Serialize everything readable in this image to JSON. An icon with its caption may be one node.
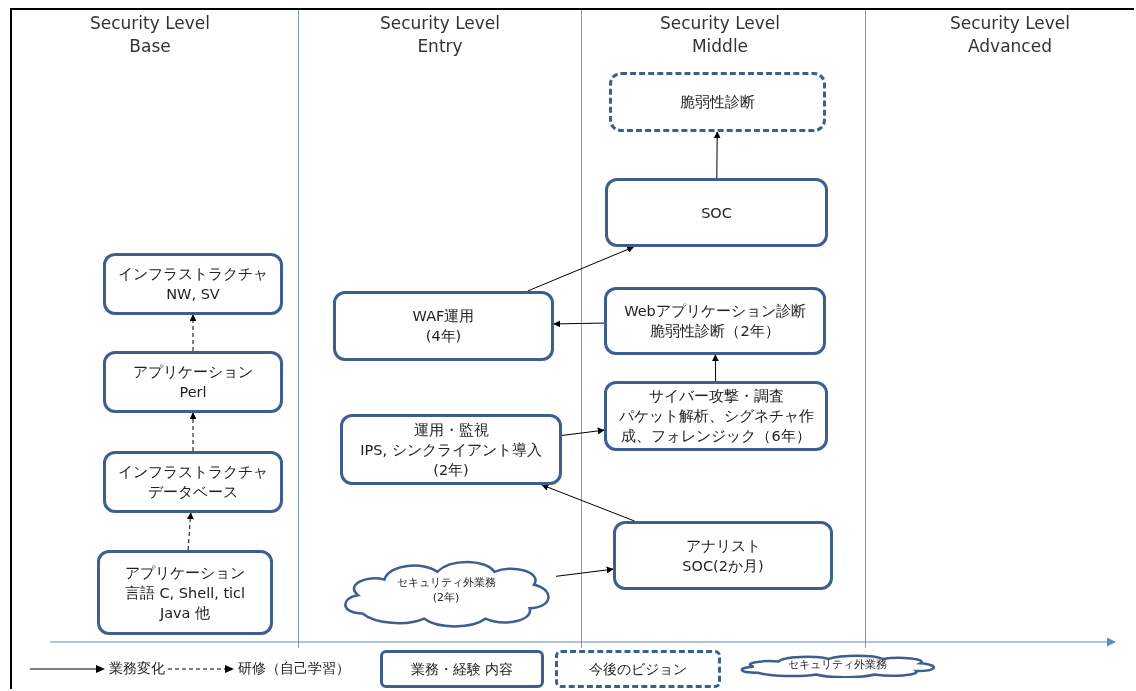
{
  "diagram": {
    "nodes": [
      {
        "text": [
          "インフラストラクチャ",
          "NW, SV"
        ]
      },
      {
        "text": [
          "アプリケーション",
          "Perl"
        ]
      },
      {
        "text": [
          "インフラストラクチャ",
          "データベース"
        ]
      },
      {
        "text": [
          "アプリケーション",
          "言語 C, Shell, ticl",
          "Java 他"
        ]
      },
      {
        "text": [
          "WAF運用",
          "(4年)"
        ]
      },
      {
        "text": [
          "運用・監視",
          "IPS, シンクライアント導入",
          "(2年)"
        ]
      },
      {
        "text": [
          "セキュリティ外業務",
          "(2年)"
        ]
      },
      {
        "text": [
          "脆弱性診断"
        ]
      },
      {
        "text": [
          "SOC"
        ]
      },
      {
        "text": [
          "Webアプリケーション診断",
          "脆弱性診断（2年）"
        ]
      },
      {
        "text": [
          "サイバー攻撃・調査",
          "パケット解析、シグネチャ作成、フォレンジック（6年）"
        ]
      },
      {
        "text": [
          "アナリスト",
          "SOC(2か月)"
        ]
      }
    ],
    "edges": [
      {
        "from": 3,
        "to": 2,
        "arrow": "to",
        "style": "dashed"
      },
      {
        "from": 2,
        "to": 1,
        "arrow": "to",
        "style": "dashed"
      },
      {
        "from": 1,
        "to": 0,
        "arrow": "to",
        "style": "dashed"
      },
      {
        "from": 6,
        "to": 11,
        "arrow": "to"
      },
      {
        "from": 11,
        "to": 5,
        "arrow": "to"
      },
      {
        "from": 5,
        "to": 10,
        "arrow": "to"
      },
      {
        "from": 10,
        "to": 9,
        "arrow": "to"
      },
      {
        "from": 9,
        "to": 4,
        "arrow": "to"
      },
      {
        "from": 4,
        "to": 8,
        "arrow": "to"
      },
      {
        "from": 8,
        "to": 7,
        "arrow": "to"
      }
    ],
    "labels": [
      "Security Level Base",
      "Security Level Entry",
      "Security Level Middle",
      "Security Level Advanced"
    ],
    "legend": [
      {
        "text": "業務変化"
      },
      {
        "text": "研修（自己学習）"
      },
      {
        "text": "業務・経験 内容"
      },
      {
        "text": "今後のビジョン"
      },
      {
        "text": "セキュリティ外業務"
      }
    ]
  }
}
